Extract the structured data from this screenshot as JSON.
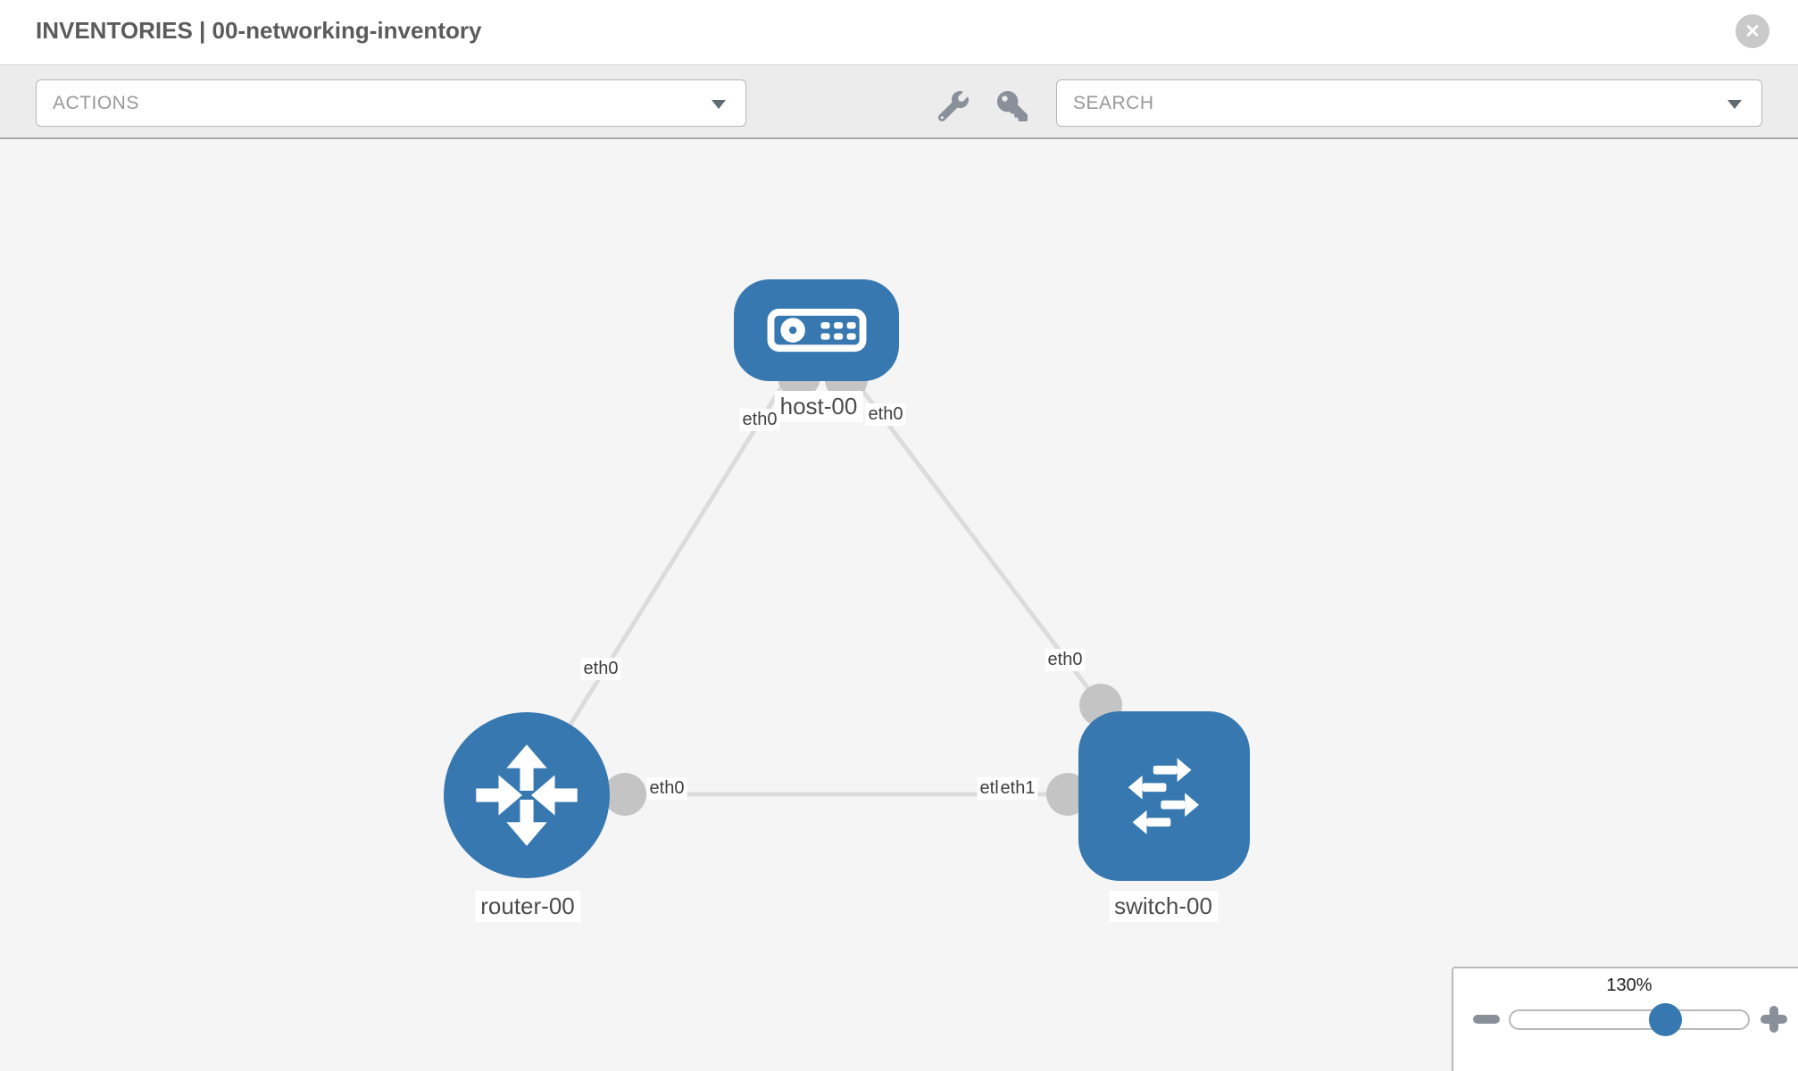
{
  "header": {
    "title": "INVENTORIES | 00-networking-inventory",
    "title_prefix": "INVENTORIES",
    "separator": "|",
    "inventory_name": "00-networking-inventory",
    "close_icon": "close-icon",
    "close_glyph": "✕"
  },
  "toolbar": {
    "actions_dropdown": {
      "value": "ACTIONS",
      "caret_icon": "chevron-down-icon"
    },
    "search_dropdown": {
      "value": "SEARCH",
      "caret_icon": "chevron-down-icon"
    },
    "tool_icons": [
      "wrench-icon",
      "key-icon"
    ]
  },
  "topology": {
    "nodes": [
      {
        "id": "host-00",
        "label": "host-00",
        "type": "host",
        "shape": "rounded-rect",
        "icon": "server-icon"
      },
      {
        "id": "router-00",
        "label": "router-00",
        "type": "router",
        "shape": "circle",
        "icon": "router-arrows-icon"
      },
      {
        "id": "switch-00",
        "label": "switch-00",
        "type": "switch",
        "shape": "rounded-square",
        "icon": "switch-arrows-icon"
      }
    ],
    "links": [
      {
        "source": "host-00",
        "target": "router-00",
        "source_interface": "eth0",
        "target_interface": "eth0"
      },
      {
        "source": "host-00",
        "target": "switch-00",
        "source_interface": "eth0",
        "target_interface": "eth0"
      },
      {
        "source": "router-00",
        "target": "switch-00",
        "source_interface": "eth0",
        "target_interface": "eth1"
      }
    ],
    "interface_labels": {
      "host_to_router_at_host": "eth0",
      "host_to_switch_at_host": "eth0",
      "host_to_router_at_router": "eth0",
      "host_to_switch_at_switch": "eth0",
      "router_to_switch_at_router": "eth0",
      "router_to_switch_at_switch_under": "eth0",
      "router_to_switch_at_switch_over": "eth1"
    }
  },
  "zoom_panel": {
    "zoom_level": "130%",
    "zoom_percent": 130,
    "minus_icon": "minus-icon",
    "plus_icon": "plus-icon",
    "slider_position_percent": 64
  },
  "colors": {
    "node_blue": "#3778b1",
    "link_gray": "#dcdcdc",
    "connector_gray": "#c4c4c4",
    "canvas_bg": "#f5f5f5",
    "toolbar_bg": "#ececec",
    "border_gray": "#b7b7b7",
    "icon_gray": "#8a9099",
    "text_dark": "#4c4c4c",
    "text_muted": "#999999"
  }
}
